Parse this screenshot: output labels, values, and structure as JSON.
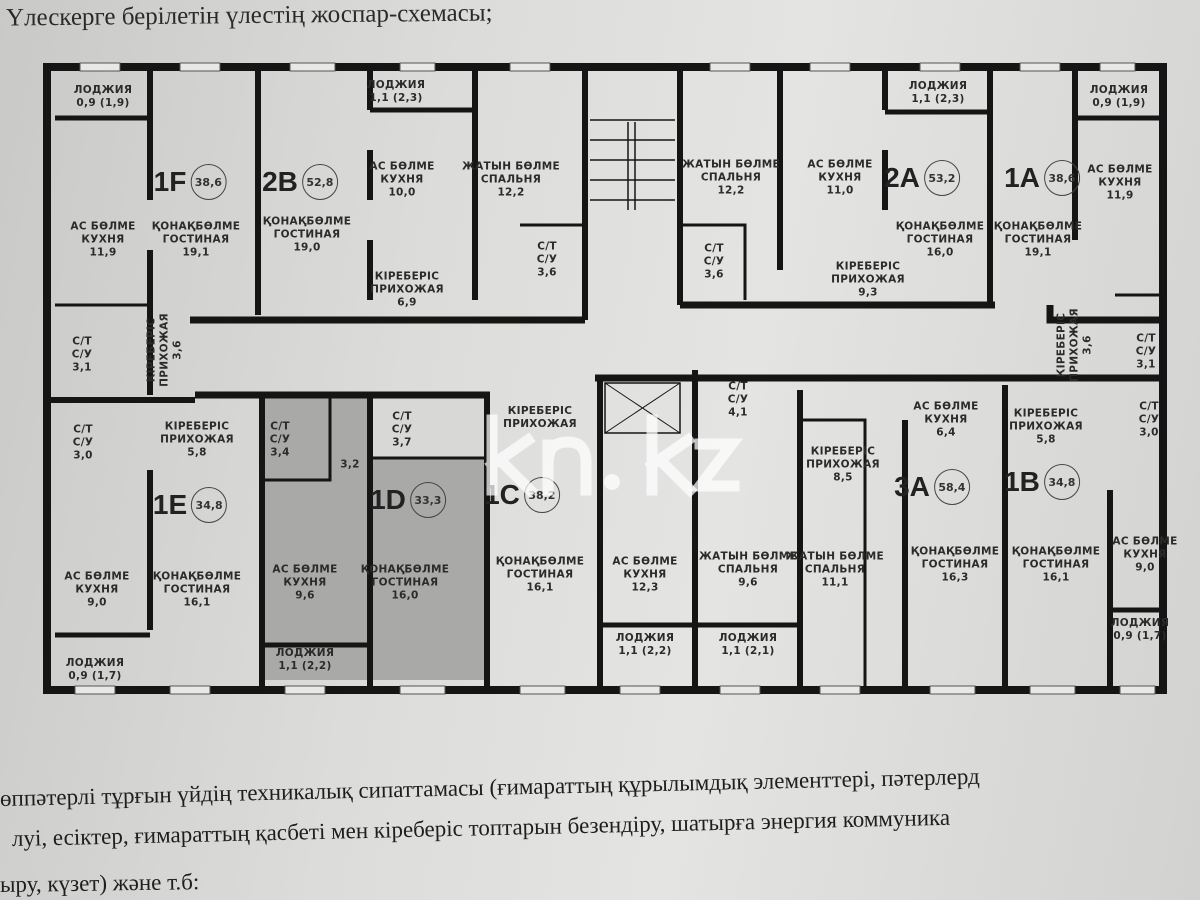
{
  "heading": "Үлескерге берілетін үлестің жоспар-схемасы;",
  "watermark": "kn.kz",
  "apartments": [
    {
      "code": "1F",
      "area": "38,6"
    },
    {
      "code": "2B",
      "area": "52,8"
    },
    {
      "code": "2A",
      "area": "53,2"
    },
    {
      "code": "1A",
      "area": "38,6"
    },
    {
      "code": "1E",
      "area": "34,8"
    },
    {
      "code": "1D",
      "area": "33,3"
    },
    {
      "code": "1C",
      "area": "38,2"
    },
    {
      "code": "3A",
      "area": "58,4"
    },
    {
      "code": "1B",
      "area": "34,8"
    }
  ],
  "highlight_color": "#a9a9a7",
  "rooms": [
    {
      "kk": "ЛОДЖИЯ",
      "ru": "",
      "area": "0,9 (1,9)"
    },
    {
      "kk": "АС БӨЛМЕ",
      "ru": "КУХНЯ",
      "area": "11,9"
    },
    {
      "kk": "ҚОНАҚБӨЛМЕ",
      "ru": "ГОСТИНАЯ",
      "area": "19,1"
    },
    {
      "kk": "С/Т",
      "ru": "С/У",
      "area": "3,1"
    },
    {
      "kk": "КІРЕБЕРІС",
      "ru": "ПРИХОЖАЯ",
      "area": "3,6"
    },
    {
      "kk": "ҚОНАҚБӨЛМЕ",
      "ru": "ГОСТИНАЯ",
      "area": "19,0"
    },
    {
      "kk": "ЛОДЖИЯ",
      "ru": "",
      "area": "1,1 (2,3)"
    },
    {
      "kk": "АС БӨЛМЕ",
      "ru": "КУХНЯ",
      "area": "10,0"
    },
    {
      "kk": "КІРЕБЕРІС",
      "ru": "ПРИХОЖАЯ",
      "area": "6,9"
    },
    {
      "kk": "ЖАТЫН БӨЛМЕ",
      "ru": "СПАЛЬНЯ",
      "area": "12,2"
    },
    {
      "kk": "С/Т",
      "ru": "С/У",
      "area": "3,6"
    },
    {
      "kk": "ЖАТЫН БӨЛМЕ",
      "ru": "СПАЛЬНЯ",
      "area": "12,2"
    },
    {
      "kk": "С/Т",
      "ru": "С/У",
      "area": "3,6"
    },
    {
      "kk": "АС БӨЛМЕ",
      "ru": "КУХНЯ",
      "area": "11,0"
    },
    {
      "kk": "ЛОДЖИЯ",
      "ru": "",
      "area": "1,1 (2,3)"
    },
    {
      "kk": "ҚОНАҚБӨЛМЕ",
      "ru": "ГОСТИНАЯ",
      "area": "16,0"
    },
    {
      "kk": "КІРЕБЕРІС",
      "ru": "ПРИХОЖАЯ",
      "area": "9,3"
    },
    {
      "kk": "ЛОДЖИЯ",
      "ru": "",
      "area": "0,9 (1,9)"
    },
    {
      "kk": "АС БӨЛМЕ",
      "ru": "КУХНЯ",
      "area": "11,9"
    },
    {
      "kk": "ҚОНАҚБӨЛМЕ",
      "ru": "ГОСТИНАЯ",
      "area": "19,1"
    },
    {
      "kk": "КІРЕБЕРІС",
      "ru": "ПРИХОЖАЯ",
      "area": "3,6"
    },
    {
      "kk": "С/Т",
      "ru": "С/У",
      "area": "3,1"
    },
    {
      "kk": "С/Т",
      "ru": "С/У",
      "area": "3,0"
    },
    {
      "kk": "КІРЕБЕРІС",
      "ru": "ПРИХОЖАЯ",
      "area": "5,8"
    },
    {
      "kk": "АС БӨЛМЕ",
      "ru": "КУХНЯ",
      "area": "9,0"
    },
    {
      "kk": "ҚОНАҚБӨЛМЕ",
      "ru": "ГОСТИНАЯ",
      "area": "16,1"
    },
    {
      "kk": "ЛОДЖИЯ",
      "ru": "",
      "area": "0,9 (1,7)"
    },
    {
      "kk": "С/Т",
      "ru": "С/У",
      "area": "3,4"
    },
    {
      "kk": "",
      "ru": "",
      "area": "3,2"
    },
    {
      "kk": "С/Т",
      "ru": "С/У",
      "area": "3,7"
    },
    {
      "kk": "АС БӨЛМЕ",
      "ru": "КУХНЯ",
      "area": "9,6"
    },
    {
      "kk": "ҚОНАҚБӨЛМЕ",
      "ru": "ГОСТИНАЯ",
      "area": "16,0"
    },
    {
      "kk": "ЛОДЖИЯ",
      "ru": "",
      "area": "1,1 (2,2)"
    },
    {
      "kk": "КІРЕБЕРІС",
      "ru": "ПРИХОЖАЯ",
      "area": ""
    },
    {
      "kk": "ҚОНАҚБӨЛМЕ",
      "ru": "ГОСТИНАЯ",
      "area": "16,1"
    },
    {
      "kk": "АС БӨЛМЕ",
      "ru": "КУХНЯ",
      "area": "12,3"
    },
    {
      "kk": "ЛОДЖИЯ",
      "ru": "",
      "area": "1,1 (2,2)"
    },
    {
      "kk": "С/Т",
      "ru": "С/У",
      "area": "4,1"
    },
    {
      "kk": "ЖАТЫН БӨЛМЕ",
      "ru": "СПАЛЬНЯ",
      "area": "9,6"
    },
    {
      "kk": "ЛОДЖИЯ",
      "ru": "",
      "area": "1,1 (2,1)"
    },
    {
      "kk": "КІРЕБЕРІС",
      "ru": "ПРИХОЖАЯ",
      "area": "8,5"
    },
    {
      "kk": "ЖАТЫН БӨЛМЕ",
      "ru": "СПАЛЬНЯ",
      "area": "11,1"
    },
    {
      "kk": "АС БӨЛМЕ",
      "ru": "КУХНЯ",
      "area": "6,4"
    },
    {
      "kk": "ҚОНАҚБӨЛМЕ",
      "ru": "ГОСТИНАЯ",
      "area": "16,3"
    },
    {
      "kk": "КІРЕБЕРІС",
      "ru": "ПРИХОЖАЯ",
      "area": "5,8"
    },
    {
      "kk": "С/Т",
      "ru": "С/У",
      "area": "3,0"
    },
    {
      "kk": "ҚОНАҚБӨЛМЕ",
      "ru": "ГОСТИНАЯ",
      "area": "16,1"
    },
    {
      "kk": "АС БӨЛМЕ",
      "ru": "КУХНЯ",
      "area": "9,0"
    },
    {
      "kk": "ЛОДЖИЯ",
      "ru": "",
      "area": "0,9 (1,7)"
    }
  ],
  "paragraph": [
    "өппәтерлі тұрғын үйдің техникалық сипаттамасы (ғимараттың құрылымдық элементтері, пәтерлерд",
    "луі, есіктер, ғимараттың қасбеті мен кіреберіс топтарын безендіру, шатырға энергия коммуника",
    "ыру, күзет) және т.б:"
  ]
}
